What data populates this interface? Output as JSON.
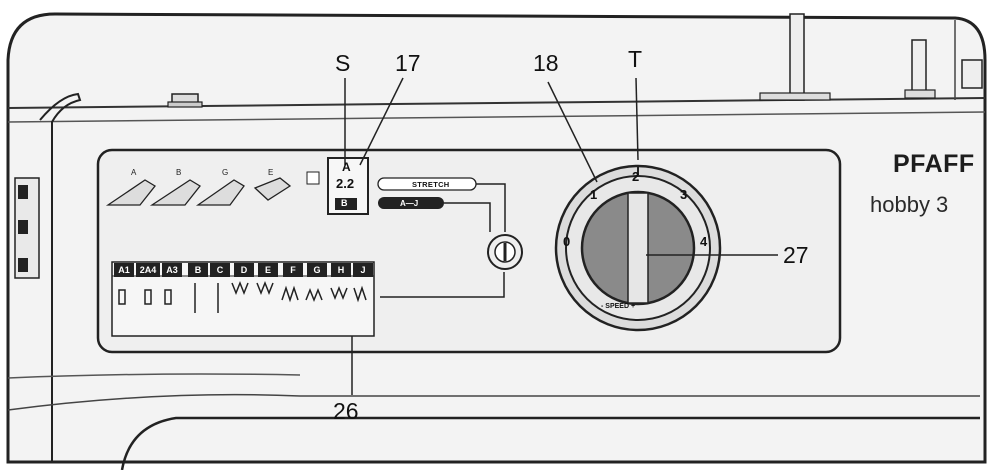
{
  "callouts": {
    "s": "S",
    "n17": "17",
    "n18": "18",
    "t": "T",
    "n27": "27",
    "n26": "26"
  },
  "brand": {
    "name": "PFAFF",
    "model": "hobby 3"
  },
  "presser_feet": [
    "A",
    "B",
    "G",
    "E"
  ],
  "selector_window": {
    "top": "A",
    "value": "2.2",
    "bottom": "B"
  },
  "stretch_label": "STRETCH",
  "range_label": "A—J",
  "stitch_chart": [
    "A1",
    "2A4",
    "A3",
    "B",
    "C",
    "D",
    "E",
    "F",
    "G",
    "H",
    "J"
  ],
  "dial": {
    "numbers": [
      "0",
      "1",
      "2",
      "3",
      "4"
    ],
    "bottom_text": "- SPEED +"
  }
}
